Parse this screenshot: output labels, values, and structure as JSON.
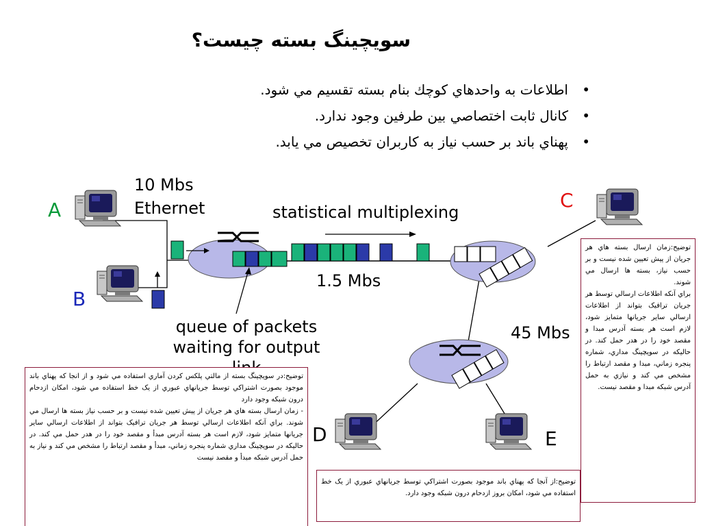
{
  "title": "سويچينگ بسته چيست؟",
  "bullets": [
    "اطلاعات به واحدهاي كوچك بنام بسته تقسيم مي شود.",
    "كانال ثابت اختصاصي بين طرفين وجود ندارد.",
    "پهناي باند بر حسب نياز به كاربران تخصيص مي يابد."
  ],
  "bullet_symbol": "•",
  "labels": {
    "ethernet_rate": "10 Mbs",
    "ethernet": "Ethernet",
    "stat_mux": "statistical multiplexing",
    "link_15": "1.5 Mbs",
    "link_45": "45 Mbs",
    "queue_line1": "queue of packets",
    "queue_line2": "waiting for output",
    "queue_line3": "link"
  },
  "hosts": {
    "a": "A",
    "b": "B",
    "c": "C",
    "d": "D",
    "e": "E"
  },
  "notes": {
    "right": [
      "توضيح:زمان ارسال بسته هاي هر جريان از پيش تعيين شده نيست و بر حسب نياز، بسته ها ارسال مي شوند.",
      "براي آنكه اطلاعات ارسالي توسط هر جريان ترافيک بتواند از اطلاعات ارسالي ساير جريانها متمايز شود، لازم است هر بسته آدرس مبدا و مقصد خود را در هدر حمل كند. در حاليكه در سويچينگ مداري، شماره پنجره زماني، مبدا و مقصد ارتباط را مشخص مي كند و نيازي به حمل آدرس شبكه مبدا و مقصد نيست."
    ],
    "left": [
      "توضيح:در سويچينگ بسته از مالتي پلكس كردن آماري استفاده مي شود و از انجا كه پهناي باند موجود بصورت اشتراكي توسط جريانهاي عبوري از يک خط استفاده مي شود، امكان ازدحام درون شبكه وجود دارد",
      "- زمان ارسال بسته هاي هر جريان از پيش تعيين شده نيست و بر حسب نياز بسته ها ارسال مي شوند. براي آنكه اطلاعات ارسالي توسط هر جريان ترافيک بتواند از اطلاعات ارسالي ساير جريانها متمايز شود، لازم است هر بسته آدرس مبدأ و مقصد خود را در هدر حمل مي كند. در حاليكه در سويچينگ مداري شماره پنجره زماني، مبدأ و مقصد ارتباط را مشخص مي كند و نياز به حمل آدرس شبكه مبدأ و مقصد نيست"
    ],
    "bottom": [
      "توضيح:از آنجا كه پهناي باند موجود بصورت اشتراكي توسط جريانهاي عبوري از يک خط استفاده مي شود، امكان بروز ازدحام درون شبكه وجود دارد."
    ]
  },
  "colors": {
    "packet_green": "#1ab37a",
    "packet_blue": "#2b3aa8",
    "router_fill": "#b8b8e8",
    "host_letter_a": "#0a9a3a",
    "host_letter_b": "#1a28b8",
    "host_letter_c": "#e01010",
    "note_border": "#8b1a3a"
  },
  "icons": [
    "computer-icon",
    "router-switch-icon"
  ]
}
